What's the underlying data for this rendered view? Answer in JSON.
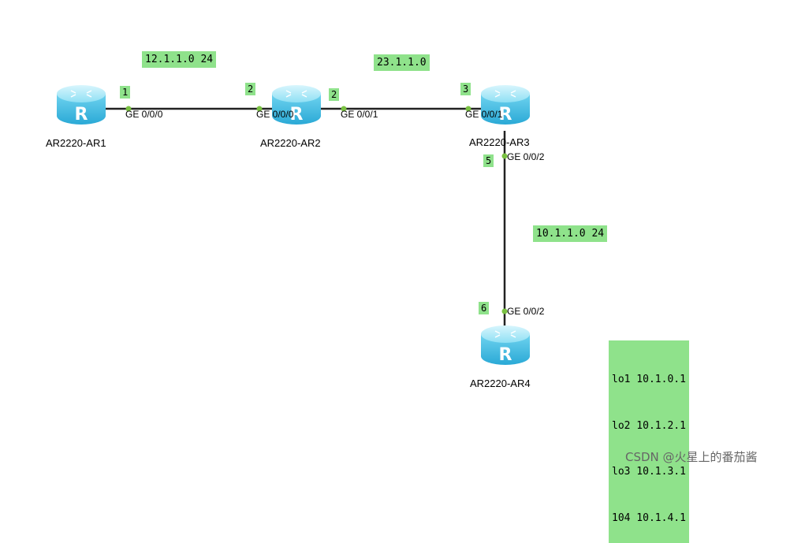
{
  "devices": [
    {
      "id": "AR1",
      "name": "AR2220-AR1"
    },
    {
      "id": "AR2",
      "name": "AR2220-AR2"
    },
    {
      "id": "AR3",
      "name": "AR2220-AR3"
    },
    {
      "id": "AR4",
      "name": "AR2220-AR4"
    }
  ],
  "links": [
    {
      "subnet": "12.1.1.0 24",
      "a_port_num": "1",
      "a_iface": "GE 0/0/0",
      "b_port_num": "2",
      "b_iface": "GE 0/0/0"
    },
    {
      "subnet": "23.1.1.0",
      "a_port_num": "2",
      "a_iface": "GE 0/0/1",
      "b_port_num": "3",
      "b_iface": "GE 0/0/1"
    },
    {
      "subnet": "10.1.1.0 24",
      "a_port_num": "5",
      "a_iface": "GE 0/0/2",
      "b_port_num": "6",
      "b_iface": "GE 0/0/2"
    }
  ],
  "loopbacks": [
    "lo1 10.1.0.1",
    "lo2 10.1.2.1",
    "lo3 10.1.3.1",
    "104 10.1.4.1"
  ],
  "router_glyph": "R",
  "watermark": "CSDN @火星上的番茄酱",
  "colors": {
    "label_bg": "#8fe28b",
    "link_line": "#222222",
    "port_dot": "#7ac142",
    "router_top": "#a9e9f8",
    "router_body": "#4fc3e6"
  }
}
